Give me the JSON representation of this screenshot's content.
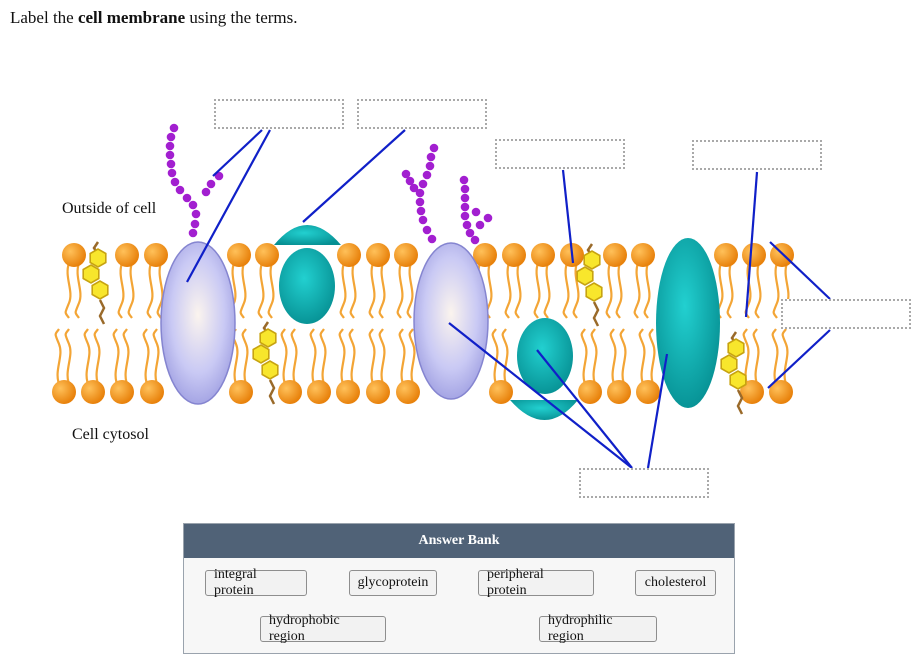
{
  "prompt": {
    "prefix": "Label the ",
    "bold": "cell membrane",
    "suffix": " using the terms."
  },
  "diagram": {
    "outside_label": "Outside of cell",
    "inside_label": "Cell cytosol",
    "colors": {
      "head": "#f39a1e",
      "tail": "#f3a536",
      "integral_lavender": "#c7c8f2",
      "protein_teal": "#0bb3b3",
      "cholesterol": "#f8e62c",
      "glyco_chain": "#a21fd0",
      "leader": "#1020c8"
    }
  },
  "answer_bank": {
    "title": "Answer Bank",
    "terms": [
      "integral protein",
      "glycoprotein",
      "peripheral protein",
      "cholesterol",
      "hydrophobic region",
      "hydrophilic region"
    ]
  }
}
